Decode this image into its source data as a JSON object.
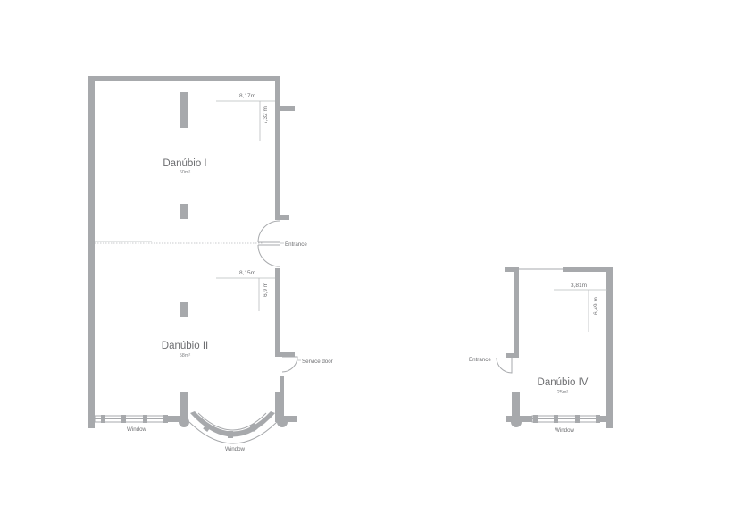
{
  "rooms": {
    "danubio_1": {
      "name": "Danúbio I",
      "area": "60m²",
      "width": "8,17m",
      "depth": "7,32 m"
    },
    "danubio_2": {
      "name": "Danúbio II",
      "area": "58m²",
      "width": "8,15m",
      "depth": "6,9 m"
    },
    "danubio_4": {
      "name": "Danúbio IV",
      "area": "25m²",
      "width": "3,81m",
      "depth": "6,49 m"
    }
  },
  "labels": {
    "entrance": "Entrance",
    "service_door": "Service door",
    "window_left": "Window",
    "window_bay": "Window",
    "entrance_small": "Entrance",
    "window_small": "Window"
  }
}
